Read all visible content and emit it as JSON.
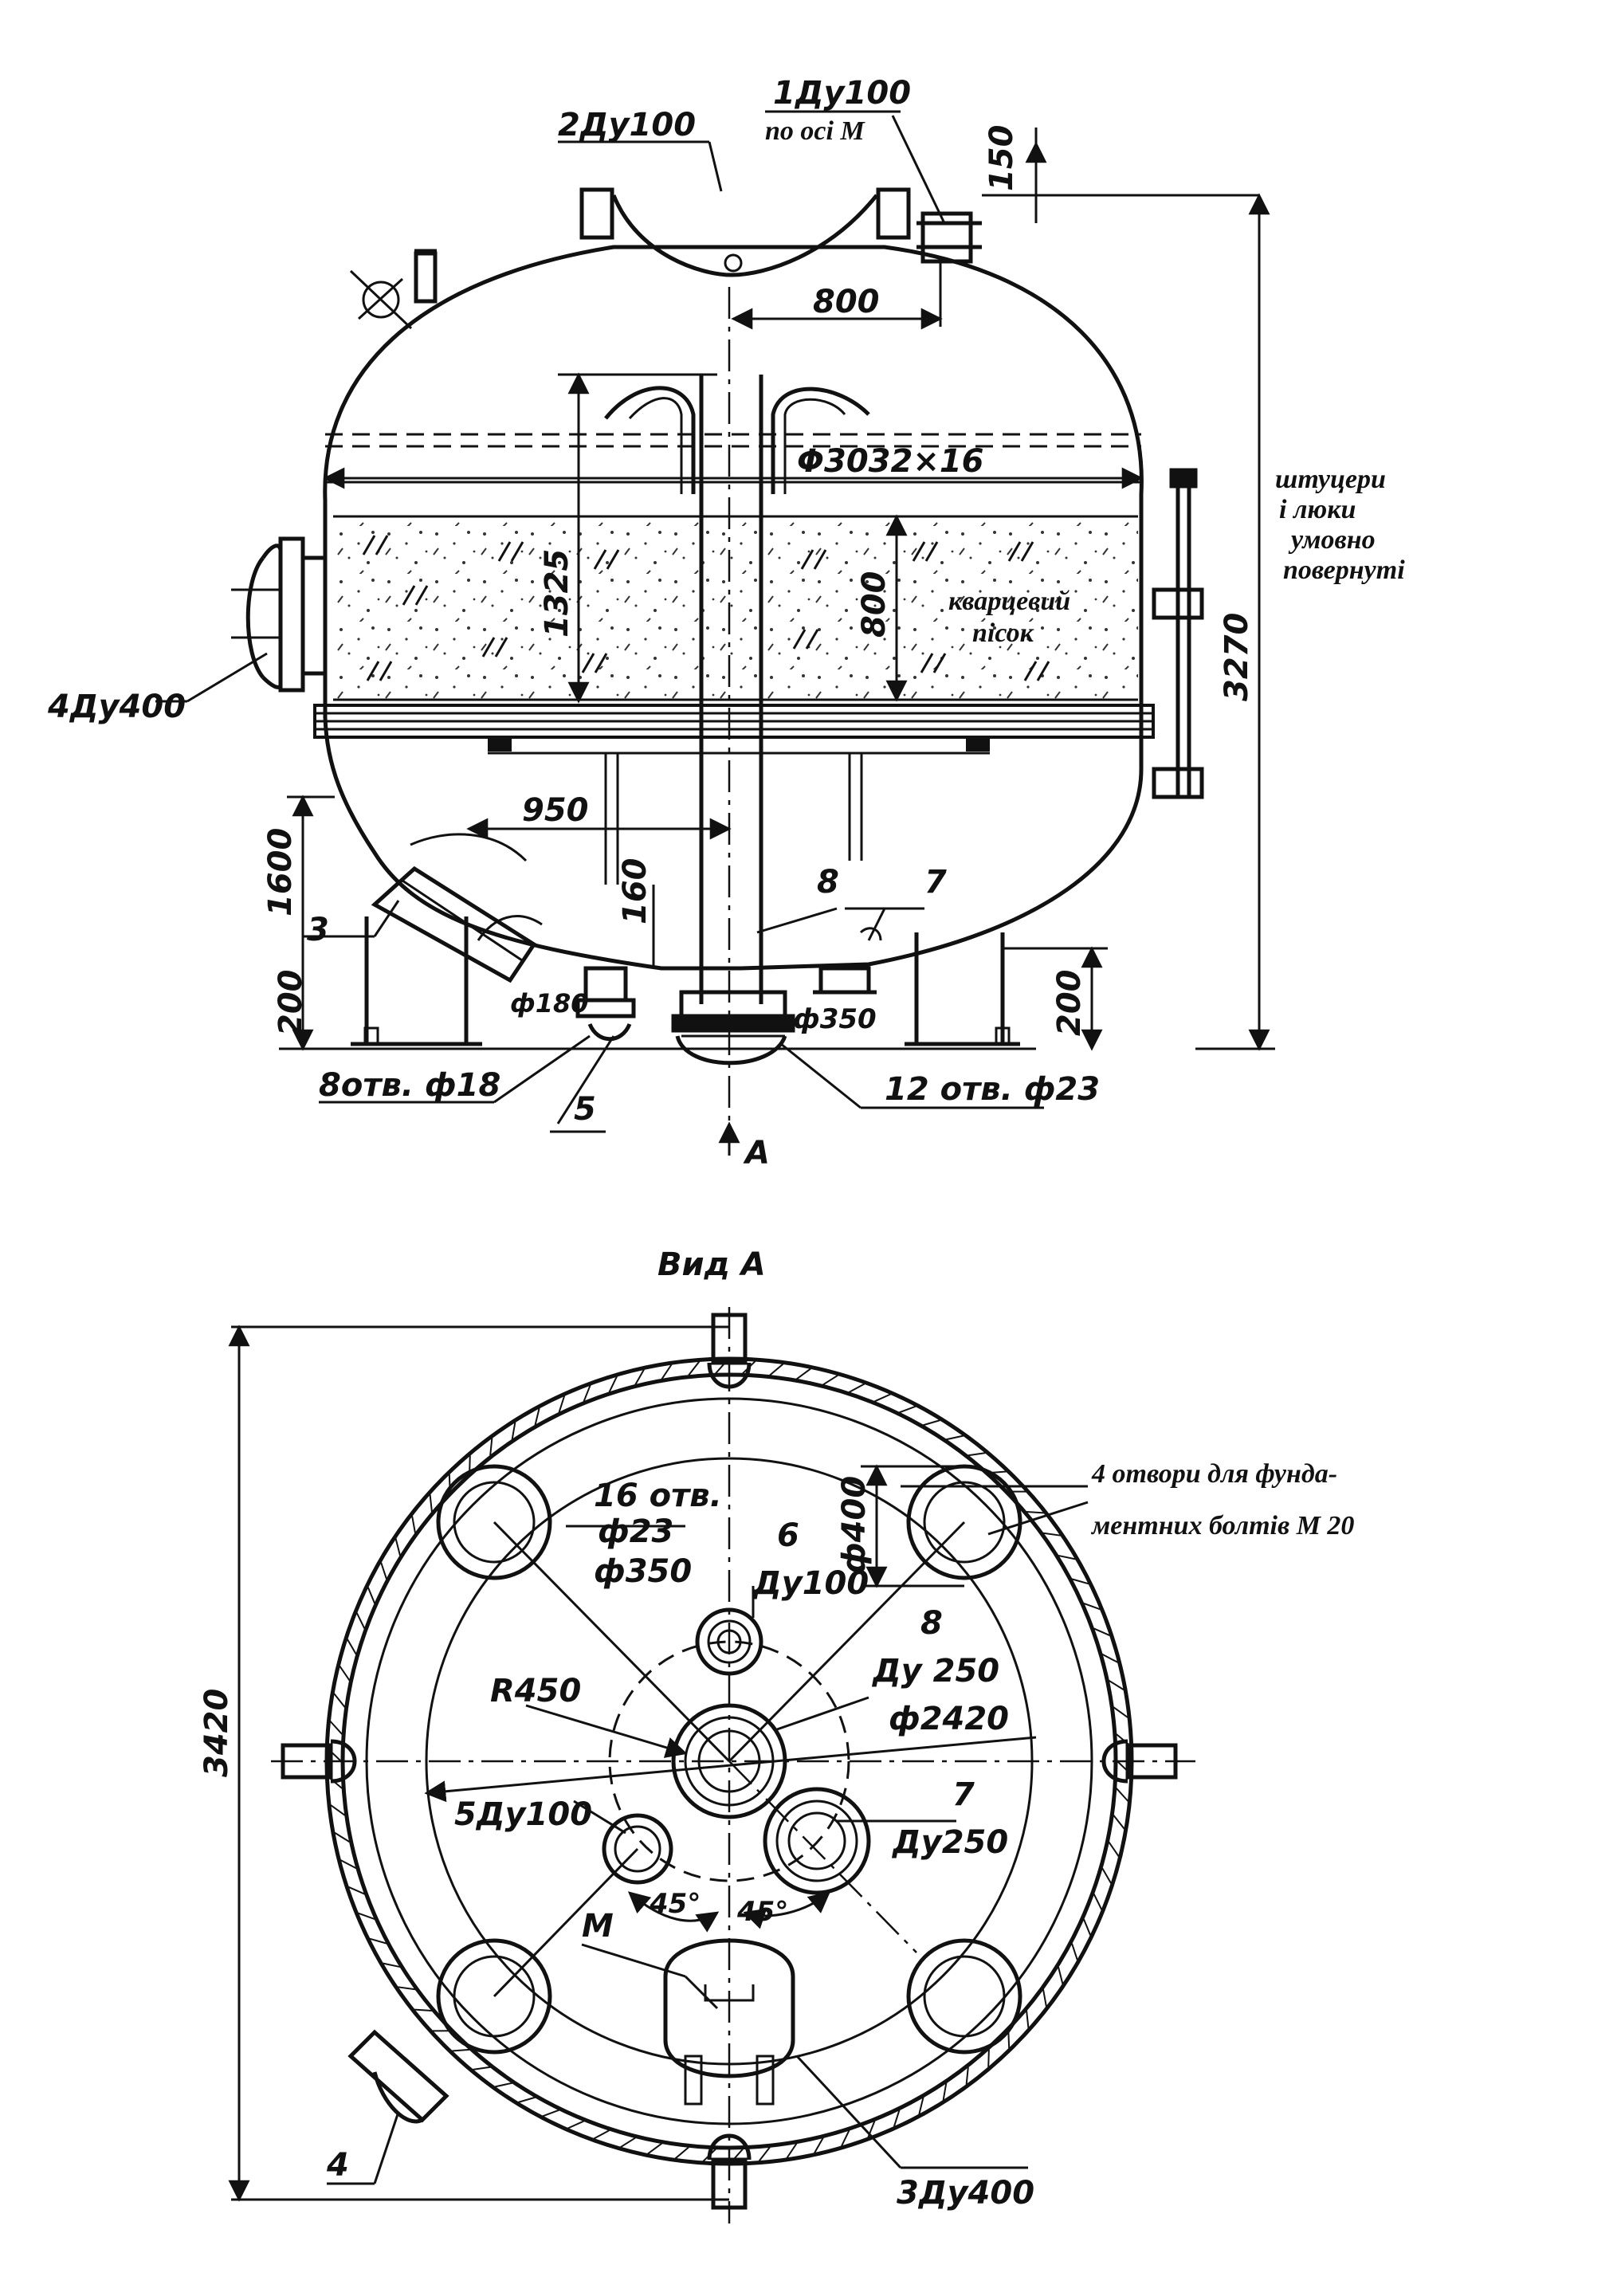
{
  "side_view": {
    "labels": {
      "nozzle_2": "2Ду100",
      "nozzle_1": "1Ду100",
      "nozzle_1_note": "по осі М",
      "nozzle_4": "4Ду400",
      "diameter": "Φ3032×16",
      "sand": "кварцевий\nпісок",
      "rotation_note": "штуцери\nі люки\nумовно\nповернуті",
      "item_3": "3",
      "item_5": "5",
      "item_7": "7",
      "item_8": "8",
      "view_arrow": "A",
      "holes_8": "8отв. ф18",
      "holes_12": "12 отв. ф23"
    },
    "dimensions": {
      "d150": "150",
      "d800_top": "800",
      "d1325": "1325",
      "d800_sand": "800",
      "d3270": "3270",
      "d950": "950",
      "d1600": "1600",
      "d160": "160",
      "d200_left": "200",
      "d200_right": "200",
      "d180": "ф180",
      "d350": "ф350"
    }
  },
  "plan_view": {
    "title": "Вид А",
    "labels": {
      "holes_16": "16 отв.",
      "d23": "ф23",
      "d350": "ф350",
      "d400": "ф400",
      "item_6": "6",
      "item_6_du": "Ду100",
      "item_8": "8",
      "item_8_du": "Ду 250",
      "r450": "R450",
      "d2420": "ф2420",
      "item_5": "5Ду100",
      "item_7": "7",
      "item_7_du": "Ду250",
      "angle_1": "45°",
      "angle_2": "45°",
      "m_label": "М",
      "item_4": "4",
      "item_3": "3Ду400",
      "d3420": "3420",
      "foundation_note": "4 отвори для фунда-\nментних болтів М 20"
    }
  }
}
